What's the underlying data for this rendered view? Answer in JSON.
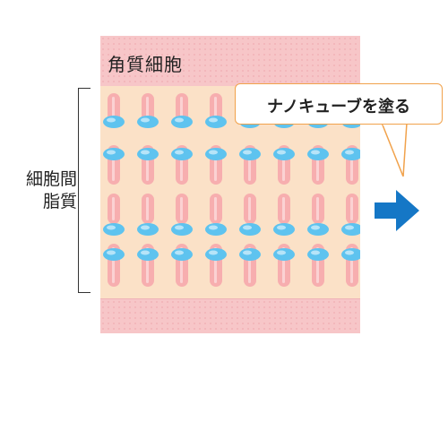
{
  "labels": {
    "corneocyte": "角質細胞",
    "intercellular_lipid_line1": "細胞間",
    "intercellular_lipid_line2": "脂質"
  },
  "callout": {
    "text": "ナノキューブを塗る"
  },
  "icons": {
    "arrow": "arrow-right-icon"
  },
  "colors": {
    "corneocyte_fill": "#f7c6c8",
    "lipid_fill": "#fbe1c7",
    "tail_fill": "#f6a9ac",
    "head_fill": "#5ec3ef",
    "callout_border": "#f1a24b",
    "arrow": "#1577c6"
  }
}
